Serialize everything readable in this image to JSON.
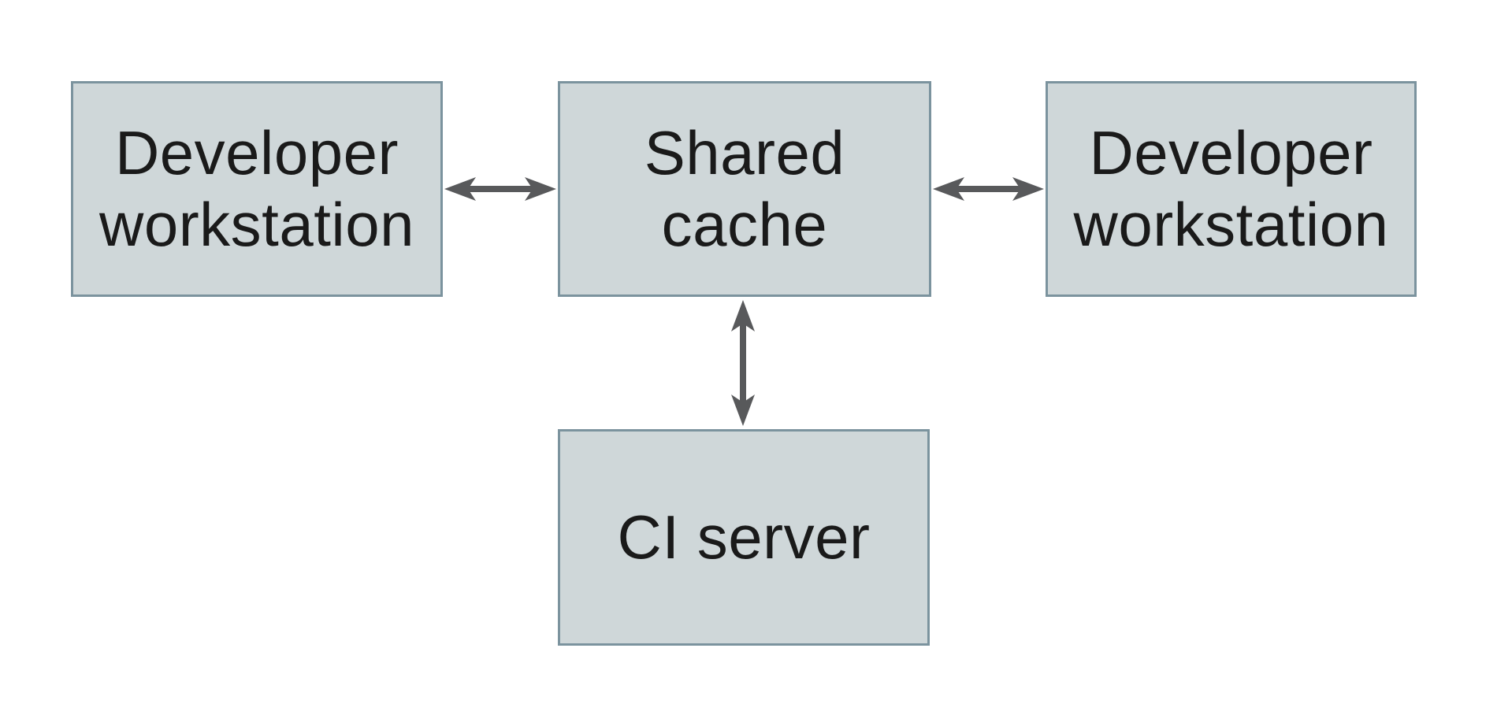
{
  "diagram": {
    "description": "Shared cache architecture diagram",
    "nodes": [
      {
        "id": "developer-workstation-left",
        "label": "Developer\nworkstation"
      },
      {
        "id": "shared-cache",
        "label": "Shared\ncache"
      },
      {
        "id": "developer-workstation-right",
        "label": "Developer\nworkstation"
      },
      {
        "id": "ci-server",
        "label": "CI server"
      }
    ],
    "edges": [
      {
        "from": "developer-workstation-left",
        "to": "shared-cache",
        "type": "bidirectional",
        "orientation": "horizontal"
      },
      {
        "from": "shared-cache",
        "to": "developer-workstation-right",
        "type": "bidirectional",
        "orientation": "horizontal"
      },
      {
        "from": "shared-cache",
        "to": "ci-server",
        "type": "bidirectional",
        "orientation": "vertical"
      }
    ]
  },
  "colors": {
    "background": "#ffffff",
    "node_fill": "#cfd7d9",
    "node_border": "#7b939e",
    "arrow": "#58595b",
    "text": "#1a1a1a"
  }
}
